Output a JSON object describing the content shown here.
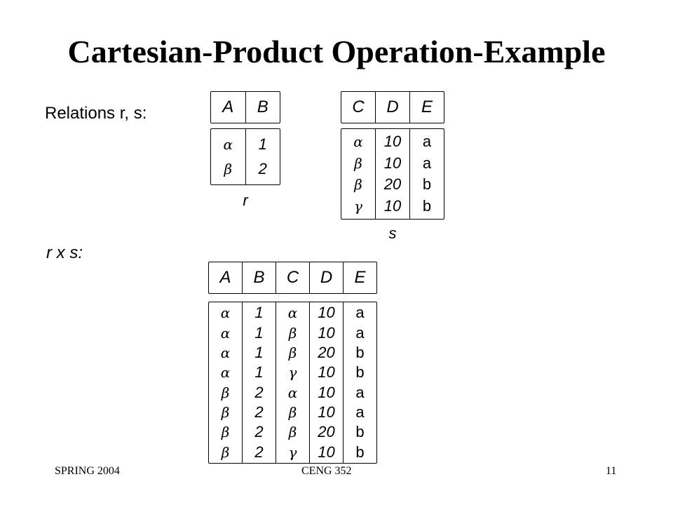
{
  "title": "Cartesian-Product Operation-Example",
  "relations_label": "Relations r, s:",
  "product_label": "r x s:",
  "r": {
    "caption": "r",
    "headers": [
      "A",
      "B"
    ],
    "rows": [
      [
        "α",
        "1"
      ],
      [
        "β",
        "2"
      ]
    ]
  },
  "s": {
    "caption": "s",
    "headers": [
      "C",
      "D",
      "E"
    ],
    "rows": [
      [
        "α",
        "10",
        "a"
      ],
      [
        "β",
        "10",
        "a"
      ],
      [
        "β",
        "20",
        "b"
      ],
      [
        "γ",
        "10",
        "b"
      ]
    ]
  },
  "rxs": {
    "headers": [
      "A",
      "B",
      "C",
      "D",
      "E"
    ],
    "rows": [
      [
        "α",
        "1",
        "α",
        "10",
        "a"
      ],
      [
        "α",
        "1",
        "β",
        "10",
        "a"
      ],
      [
        "α",
        "1",
        "β",
        "20",
        "b"
      ],
      [
        "α",
        "1",
        "γ",
        "10",
        "b"
      ],
      [
        "β",
        "2",
        "α",
        "10",
        "a"
      ],
      [
        "β",
        "2",
        "β",
        "10",
        "a"
      ],
      [
        "β",
        "2",
        "β",
        "20",
        "b"
      ],
      [
        "β",
        "2",
        "γ",
        "10",
        "b"
      ]
    ]
  },
  "footer": {
    "left": "SPRING 2004",
    "center": "CENG 352",
    "page": "11"
  }
}
